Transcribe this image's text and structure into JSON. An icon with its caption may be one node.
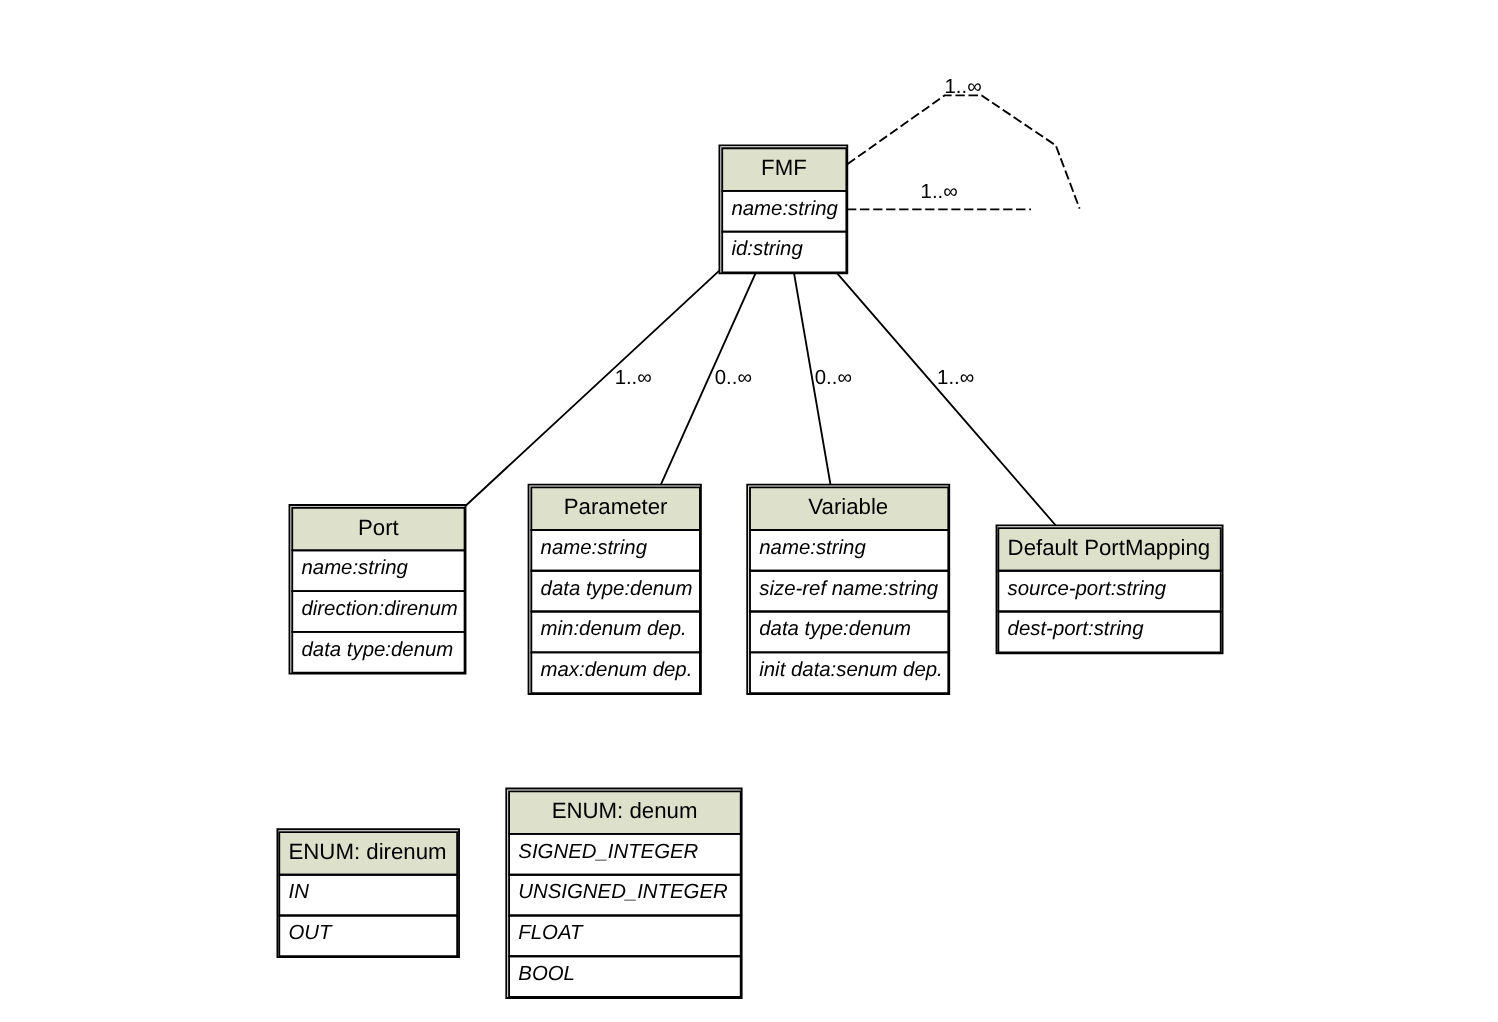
{
  "diagram": {
    "nodes": [
      {
        "text": [
          "FMF",
          "name:string",
          "id:string"
        ]
      },
      {
        "text": [
          "Port",
          "name:string",
          "direction:direnum",
          "data type:denum"
        ]
      },
      {
        "text": [
          "Parameter",
          "name:string",
          "data type:denum",
          "min:denum dep.",
          "max:denum dep."
        ]
      },
      {
        "text": [
          "Variable",
          "name:string",
          "size-ref name:string",
          "data type:denum",
          "init data:senum dep."
        ]
      },
      {
        "text": [
          "Default PortMapping",
          "source-port:string",
          "dest-port:string"
        ]
      },
      {
        "text": [
          "ENUM: direnum",
          "IN",
          "OUT"
        ]
      },
      {
        "text": [
          "ENUM: denum",
          "SIGNED_INTEGER",
          "UNSIGNED_INTEGER",
          "FLOAT",
          "BOOL"
        ]
      }
    ],
    "edges": [
      {
        "from": 0,
        "to": 1,
        "arrow": "none",
        "label": "1..∞"
      },
      {
        "from": 0,
        "to": 2,
        "arrow": "none",
        "label": "0..∞"
      },
      {
        "from": 0,
        "to": 3,
        "arrow": "none",
        "label": "0..∞"
      },
      {
        "from": 0,
        "to": 4,
        "arrow": "none",
        "label": "1..∞"
      },
      {
        "from": 0,
        "to": null,
        "arrow": "none",
        "label": "1..∞",
        "style": "dashed"
      },
      {
        "from": 0,
        "to": null,
        "arrow": "none",
        "label": "1..∞",
        "style": "dashed"
      }
    ]
  }
}
